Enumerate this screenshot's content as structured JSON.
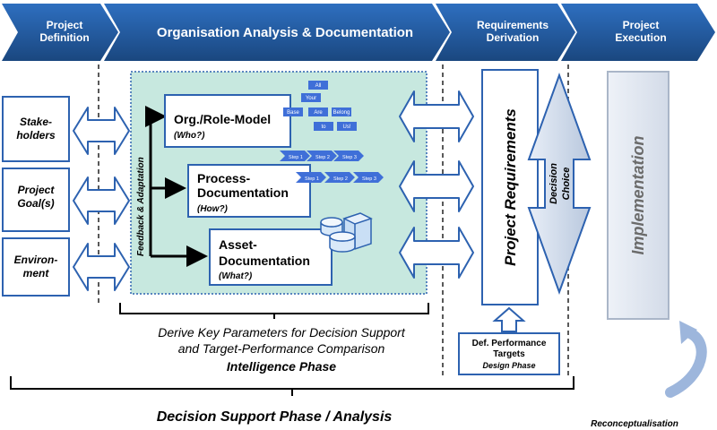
{
  "phases": {
    "project_definition": [
      "Project",
      "Definition"
    ],
    "org_analysis": "Organisation Analysis & Documentation",
    "requirements_derivation": [
      "Requirements",
      "Derivation"
    ],
    "project_execution": [
      "Project",
      "Execution"
    ]
  },
  "inputs": {
    "stakeholders": [
      "Stake-",
      "holders"
    ],
    "project_goals": [
      "Project",
      "Goal(s)"
    ],
    "environment": [
      "Environ-",
      "ment"
    ]
  },
  "feedback_label": "Feedback & Adaptation",
  "boxes": {
    "org_model": {
      "title": "Org./Role-Model",
      "sub": "(Who?)"
    },
    "process_doc": {
      "title1": "Process-",
      "title2": "Documentation",
      "sub": "(How?)"
    },
    "asset_doc": {
      "title1": "Asset-",
      "title2": "Documentation",
      "sub": "(What?)"
    }
  },
  "org_chart_labels": [
    "All",
    "Your",
    "Base",
    "Are",
    "Belong",
    "to",
    "Us!"
  ],
  "step_labels": [
    "Step 1",
    "Step 2",
    "Step 3"
  ],
  "project_requirements": "Project Requirements",
  "decision_choice": [
    "Decision",
    "Choice"
  ],
  "implementation": "Implementation",
  "derive_text": [
    "Derive Key Parameters for Decision Support",
    "and Target-Performance Comparison"
  ],
  "intelligence_phase": "Intelligence Phase",
  "def_performance": [
    "Def. Performance",
    "Targets"
  ],
  "design_phase": "Design Phase",
  "decision_support_phase": "Decision Support Phase / Analysis",
  "reconceptualisation": "Reconceptualisation",
  "colors": {
    "chevron_dark": "#1e4f8f",
    "chevron_light": "#2a6ab8",
    "teal_fill": "#c7e8df",
    "arrow_stroke": "#2d62b0",
    "impl_fill": "#dfe5ef",
    "step_blue": "#3f6fd8"
  }
}
